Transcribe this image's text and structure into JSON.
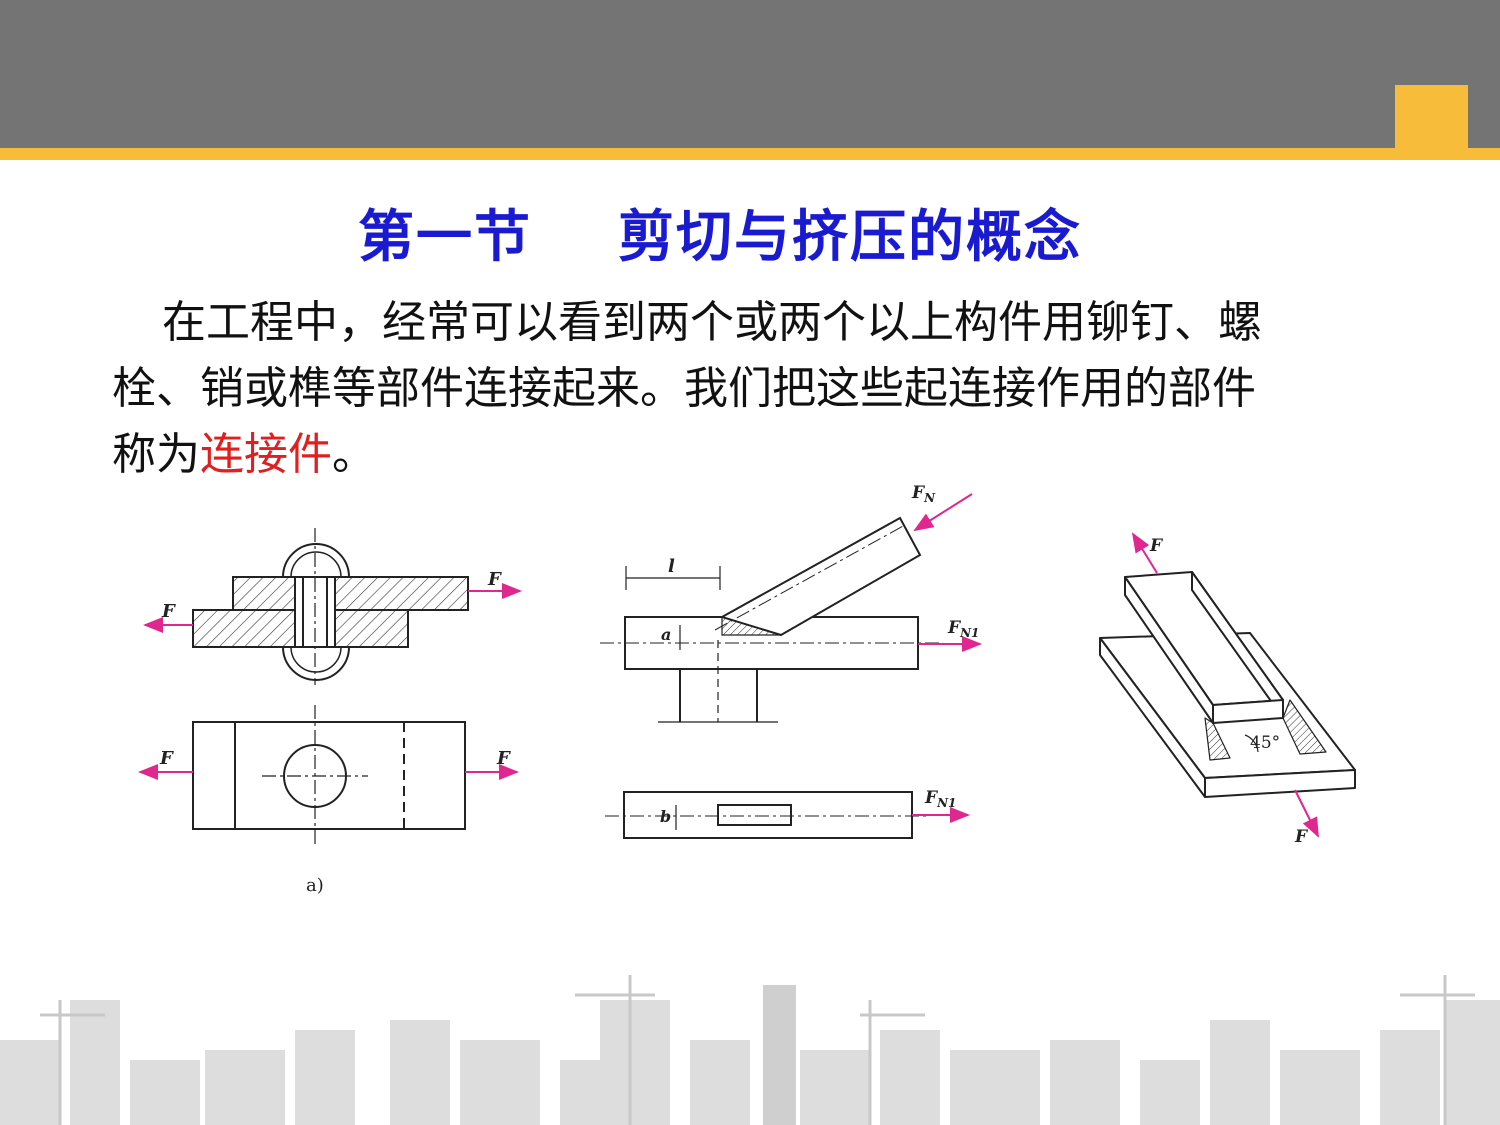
{
  "title": "第一节    剪切与挤压的概念",
  "paragraph": {
    "line1": "在工程中，经常可以看到两个或两个以上构件用铆钉、螺",
    "line2": "栓、销或榫等部件连接起来。我们把这些起连接作用的部件",
    "line3_pre": "称为",
    "line3_highlight": "连接件",
    "line3_post": "。"
  },
  "figures": {
    "rivet": {
      "force_right": "F",
      "force_left": "F",
      "force_left_bottom": "F",
      "force_right_bottom": "F",
      "caption": "a)"
    },
    "weld_angle": {
      "dim_l": "l",
      "dim_a": "a",
      "force_top": "F",
      "force_top_sub": "N",
      "force_right": "F",
      "force_right_sub": "N1",
      "dim_b": "b",
      "force_bottom": "F",
      "force_bottom_sub": "N1"
    },
    "fillet_weld": {
      "force_top": "F",
      "force_bottom": "F",
      "angle": "45°"
    }
  },
  "colors": {
    "header": "#747474",
    "accent": "#f7bd3a",
    "title": "#1a1ad0",
    "highlight": "#e02020",
    "arrow": "#e0268f"
  }
}
